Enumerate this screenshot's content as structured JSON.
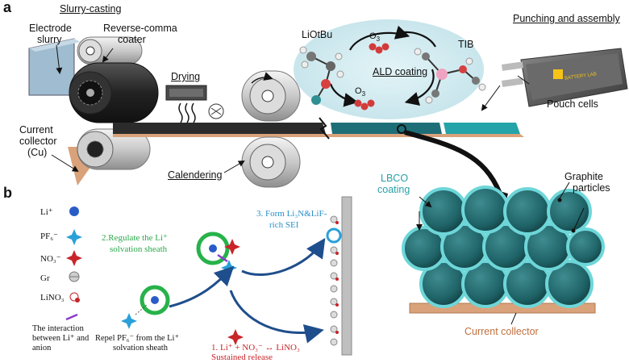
{
  "panel_a": {
    "letter": "a",
    "slurry_casting": "Slurry-casting",
    "electrode_slurry": [
      "Electrode",
      "slurry"
    ],
    "reverse_comma": [
      "Reverse-comma",
      "coater"
    ],
    "drying": "Drying",
    "current_collector": [
      "Current",
      "collector",
      "(Cu)"
    ],
    "calendering": "Calendering",
    "liotbu": "LiOtBu",
    "o3_top": "O",
    "o3_bottom": "O",
    "o3_sub": "3",
    "ald_coating": "ALD coating",
    "tib": "TIB",
    "punching": "Punching and assembly",
    "pouch_cells": "Pouch cells",
    "pouch_logo": "BATTERY LAB"
  },
  "panel_b": {
    "letter": "b",
    "legend": {
      "li": "Li⁺",
      "pf6": "PF₆⁻",
      "no3": "NO₃⁻",
      "gr": "Gr",
      "lino3": "LiNO₃",
      "interaction": [
        "The interaction",
        "between Li⁺ and",
        "anion"
      ]
    },
    "step1_eq": "1.   Li⁺ + NO₃⁻ ↔ LiNO₃",
    "step1_sub": "Sustained release",
    "step2": [
      "2.Regulate the Li⁺",
      "solvation sheath"
    ],
    "step3": [
      "3. Form Li₃N&LiF-",
      "rich SEI"
    ],
    "repel": [
      "Repel PF₆⁻ from the Li⁺",
      "solvation sheath"
    ]
  },
  "lbco": {
    "coating": [
      "LBCO",
      "coating"
    ],
    "graphite": [
      "Graphite",
      "particles"
    ],
    "current_collector": "Current collector"
  },
  "colors": {
    "teal_dark": "#1d6b6f",
    "teal_glow": "#6ed6d8",
    "collector": "#d9a27a",
    "green_ring": "#27b24a",
    "step_green": "#2aa84a",
    "step_blue": "#2a8fc8",
    "step_red": "#c8242a",
    "ald_bubble": "#d6eef2"
  }
}
